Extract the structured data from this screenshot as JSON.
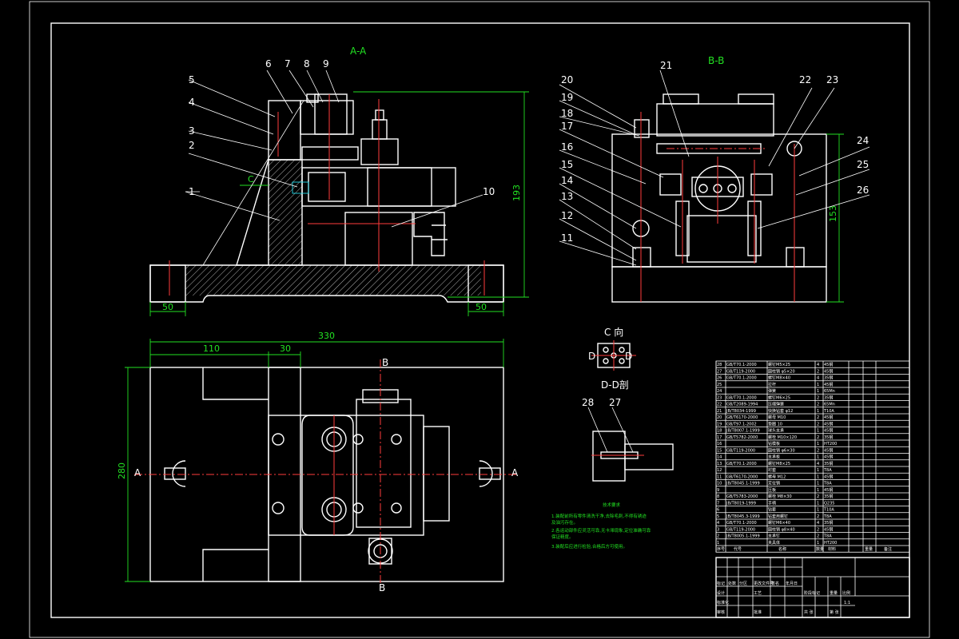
{
  "views": {
    "aa_title": "A-A",
    "bb_title": "B-B",
    "c_title": "C 向",
    "dd_title": "D-D剖"
  },
  "dimensions": {
    "aa_height": "193",
    "aa_left": "50",
    "aa_right": "50",
    "bb_height": "153",
    "plan_total": "330",
    "plan_110": "110",
    "plan_30": "30",
    "plan_height": "280"
  },
  "section_marks": {
    "c_left": "C",
    "a_left": "A",
    "a_right": "A",
    "b_top": "B",
    "b_bottom": "B",
    "d_left": "D",
    "d_right": "D"
  },
  "parts": [
    "1",
    "2",
    "3",
    "4",
    "5",
    "6",
    "7",
    "8",
    "9",
    "10",
    "11",
    "12",
    "13",
    "14",
    "15",
    "16",
    "17",
    "18",
    "19",
    "20",
    "21",
    "22",
    "23",
    "24",
    "25",
    "26",
    "27",
    "28"
  ],
  "notes": {
    "title": "技术要求",
    "lines": [
      "1.装配前所有零件清洗干净,去除毛刺,不得有锈迹",
      "及油污存在。",
      "2.各运动部件应灵活可靠,无卡滞现象,定位准确可靠",
      "保证精度。",
      "3.装配后应进行检验,合格后方可使用。"
    ]
  },
  "bom": {
    "rows": [
      [
        "28",
        "GB/T70.1-2000",
        "螺钉M5×25",
        "4",
        "45钢"
      ],
      [
        "27",
        "GB/T119-2000",
        "圆柱销 φ5×20",
        "2",
        "45钢"
      ],
      [
        "26",
        "GB/T70.1-2000",
        "螺钉M8×40",
        "4",
        "35钢"
      ],
      [
        "25",
        "",
        "拉杆",
        "1",
        "45钢"
      ],
      [
        "24",
        "",
        "弹簧",
        "1",
        "65Mn"
      ],
      [
        "23",
        "GB/T70.1-2000",
        "螺钉M6×25",
        "2",
        "35钢"
      ],
      [
        "22",
        "GB/T2089-1994",
        "压缩弹簧",
        "2",
        "65Mn"
      ],
      [
        "21",
        "JB/T8034-1999",
        "快换钻套 φ12",
        "1",
        "T10A"
      ],
      [
        "20",
        "GB/T6170-2000",
        "螺母 M10",
        "2",
        "45钢"
      ],
      [
        "19",
        "GB/T97.1-2002",
        "垫圈 10",
        "2",
        "45钢"
      ],
      [
        "18",
        "JB/T8007.1-1999",
        "球头支承",
        "1",
        "45钢"
      ],
      [
        "17",
        "GB/T5782-2000",
        "螺栓 M10×120",
        "2",
        "35钢"
      ],
      [
        "16",
        "",
        "钻模板",
        "1",
        "HT200"
      ],
      [
        "15",
        "GB/T119-2000",
        "圆柱销 φ6×30",
        "2",
        "45钢"
      ],
      [
        "14",
        "",
        "支承板",
        "1",
        "45钢"
      ],
      [
        "13",
        "GB/T70.1-2000",
        "螺钉M8×25",
        "4",
        "35钢"
      ],
      [
        "12",
        "",
        "衬套",
        "1",
        "T8A"
      ],
      [
        "11",
        "GB/T6170-2000",
        "螺母 M12",
        "1",
        "45钢"
      ],
      [
        "10",
        "JB/T8045.1-1999",
        "定位销",
        "1",
        "T8A"
      ],
      [
        "9",
        "",
        "压板",
        "1",
        "45钢"
      ],
      [
        "8",
        "GB/T5783-2000",
        "螺栓 M8×30",
        "2",
        "35钢"
      ],
      [
        "7",
        "JB/T8019-1999",
        "手柄",
        "1",
        "Q235"
      ],
      [
        "6",
        "",
        "钻套",
        "1",
        "T10A"
      ],
      [
        "5",
        "JB/T8045.3-1999",
        "钻套用螺钉",
        "2",
        "T8A"
      ],
      [
        "4",
        "GB/T70.1-2000",
        "螺钉M6×40",
        "4",
        "35钢"
      ],
      [
        "3",
        "GB/T119-2000",
        "圆柱销 φ8×40",
        "2",
        "45钢"
      ],
      [
        "2",
        "JB/T8005.1-1999",
        "支承钉",
        "2",
        "T8A"
      ],
      [
        "1",
        "",
        "夹具体",
        "1",
        "HT200"
      ]
    ],
    "header": [
      "序号",
      "代号",
      "名称",
      "数量",
      "材料",
      "重量",
      "备注"
    ],
    "title_cells": [
      "标记",
      "处数",
      "分区",
      "更改文件号",
      "签名",
      "年月日",
      "设计",
      "标准化",
      "审核",
      "工艺",
      "批准",
      "阶段标记",
      "重量",
      "比例",
      "共 张",
      "第 张",
      "1:1"
    ]
  }
}
